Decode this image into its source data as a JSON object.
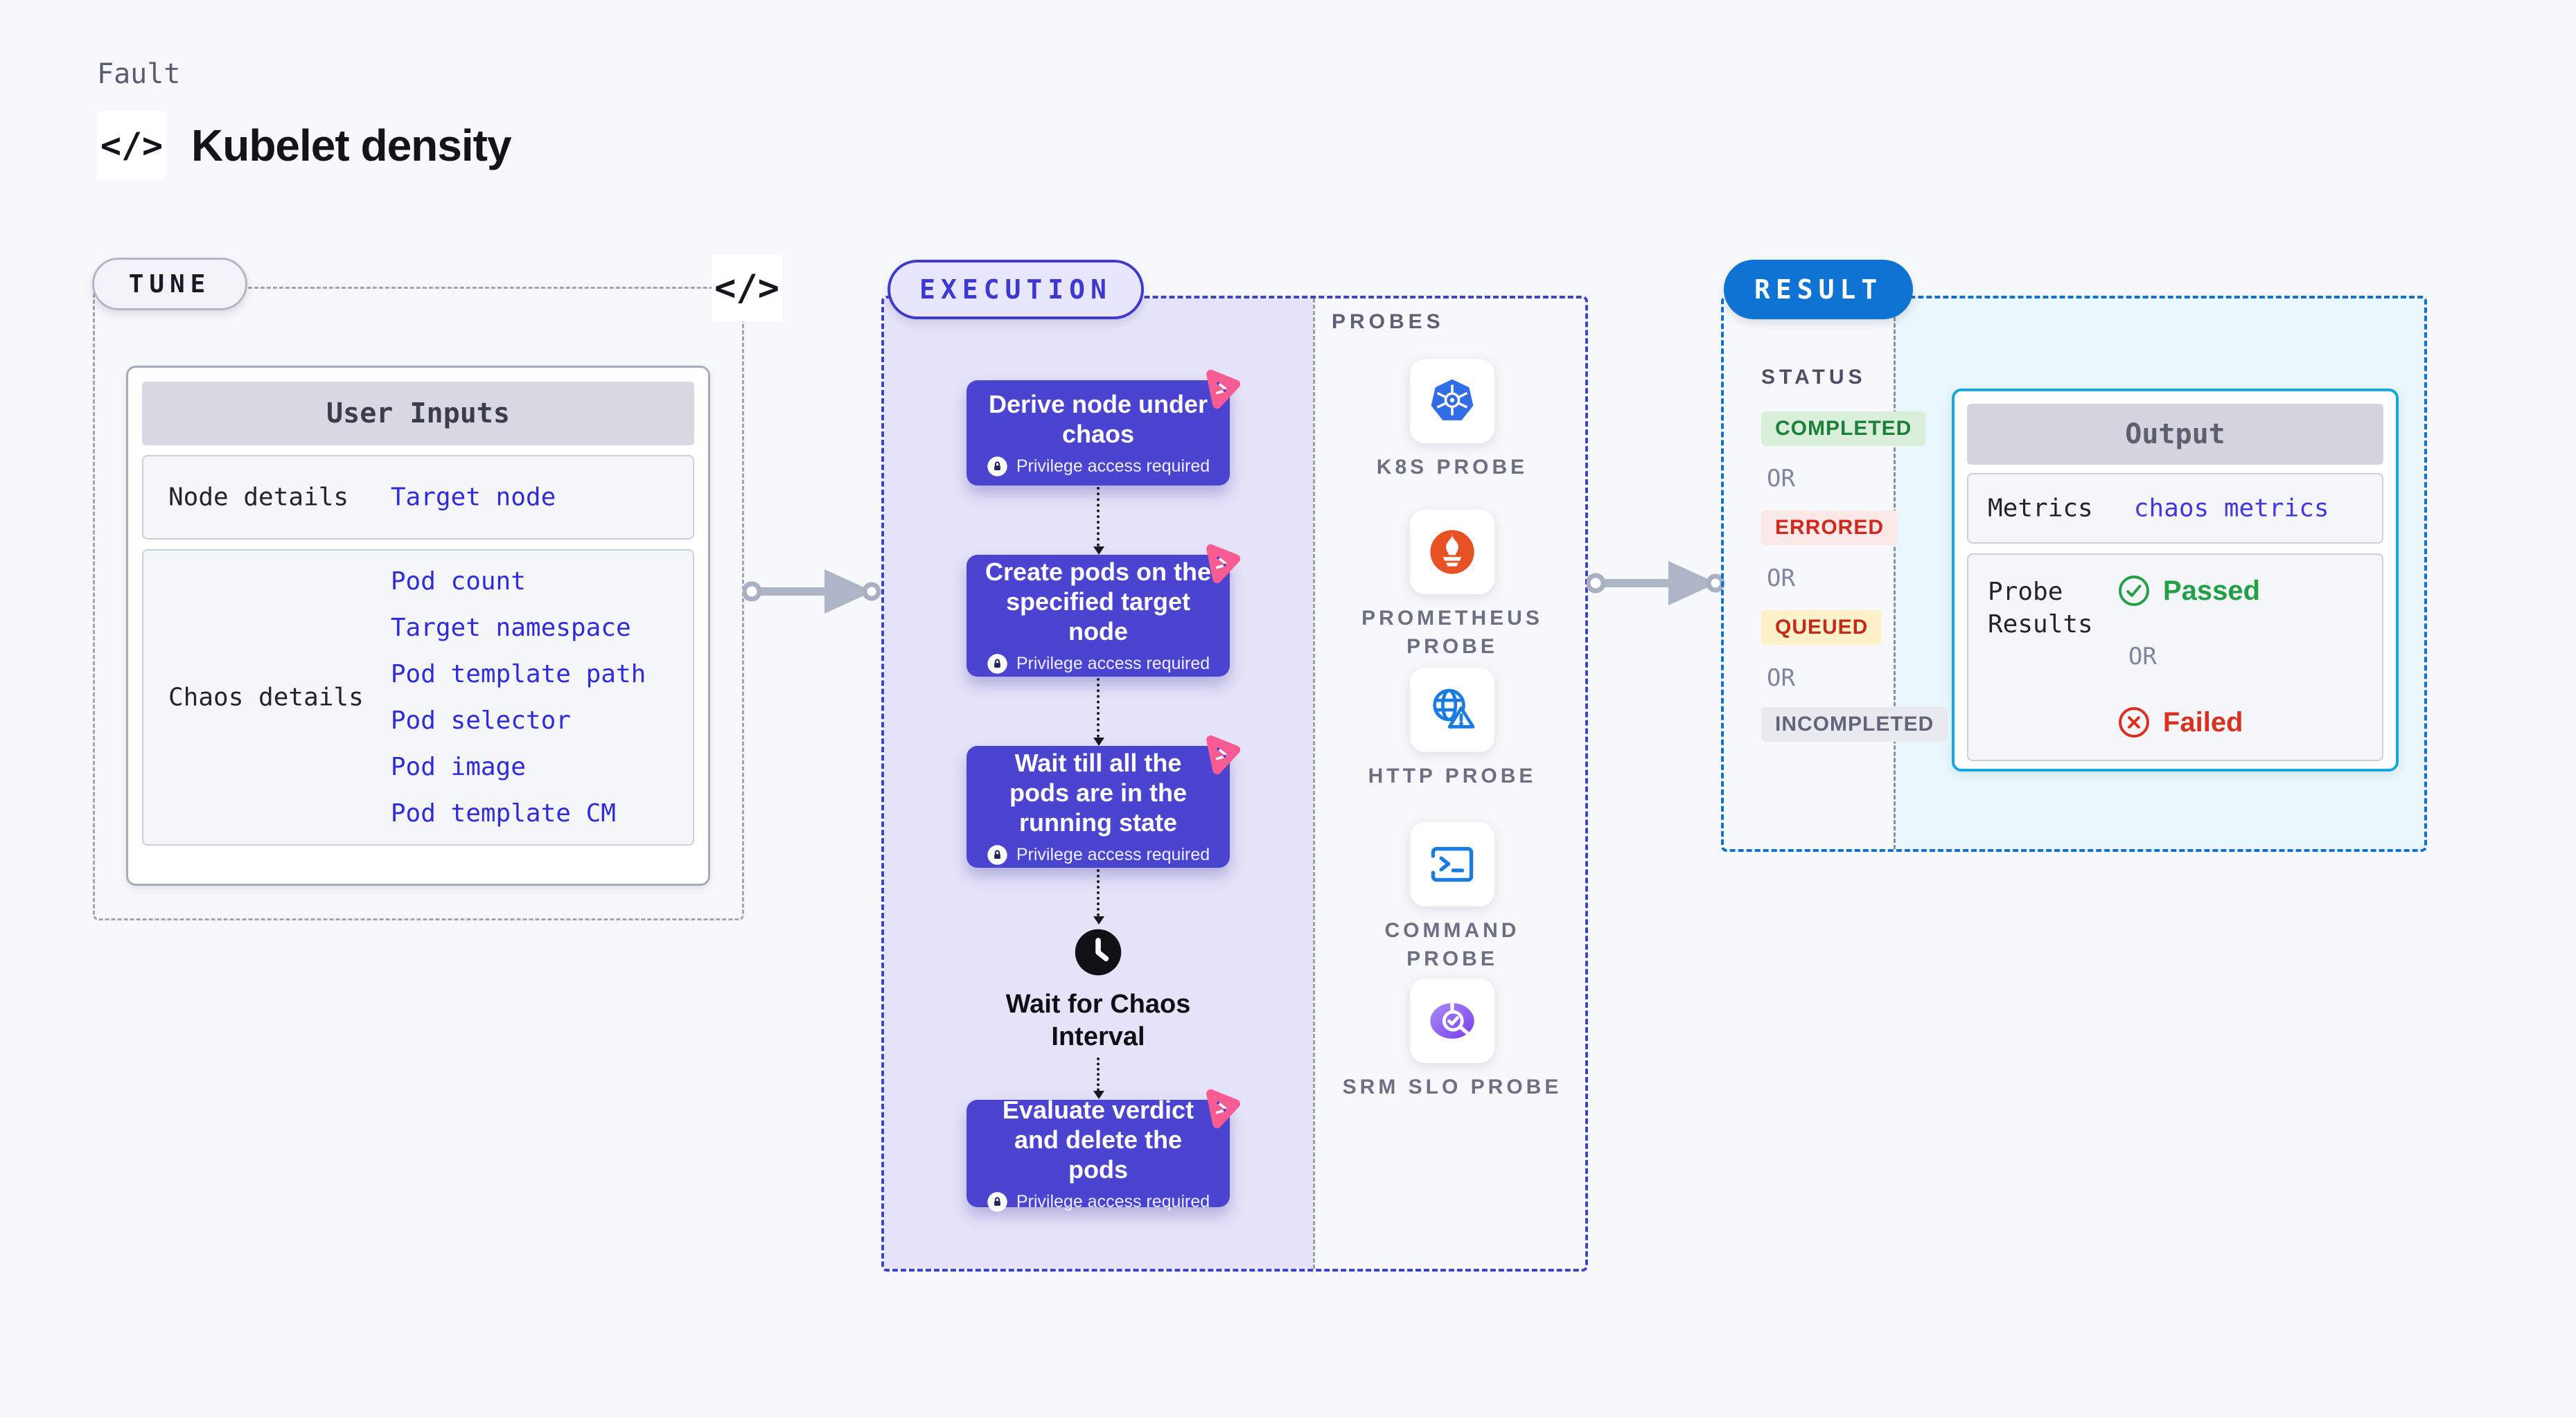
{
  "header": {
    "eyebrow": "Fault",
    "title": "Kubelet density",
    "code_glyph": "</>"
  },
  "tune": {
    "badge": "TUNE",
    "code_glyph": "</>",
    "user_inputs": {
      "header": "User Inputs",
      "rows": [
        {
          "label": "Node details",
          "links": [
            "Target node"
          ]
        },
        {
          "label": "Chaos details",
          "links": [
            "Pod count",
            "Target namespace",
            "Pod template path",
            "Pod selector",
            "Pod image",
            "Pod template CM"
          ]
        }
      ]
    }
  },
  "execution": {
    "badge": "EXECUTION",
    "privilege_note": "Privilege access required",
    "steps": [
      "Derive node under chaos",
      "Create pods on the specified target node",
      "Wait till all the pods are in the running state",
      "Evaluate verdict and delete the pods"
    ],
    "wait_step": {
      "line1": "Wait for Chaos",
      "line2": "Interval",
      "icon": "clock-icon"
    }
  },
  "probes": {
    "heading": "PROBES",
    "items": [
      {
        "label": "K8S PROBE",
        "icon": "kubernetes-icon"
      },
      {
        "label": "PROMETHEUS PROBE",
        "icon": "prometheus-icon"
      },
      {
        "label": "HTTP PROBE",
        "icon": "http-globe-warning-icon"
      },
      {
        "label": "COMMAND PROBE",
        "icon": "terminal-icon"
      },
      {
        "label": "SRM SLO PROBE",
        "icon": "srm-slo-icon"
      }
    ]
  },
  "result": {
    "badge": "RESULT",
    "status": {
      "heading": "STATUS",
      "or_label": "OR",
      "badges": [
        {
          "label": "COMPLETED",
          "fg": "#1d7f3b",
          "bg": "#d9efd9"
        },
        {
          "label": "ERRORED",
          "fg": "#d3261c",
          "bg": "#fbe9e8"
        },
        {
          "label": "QUEUED",
          "fg": "#c42a1c",
          "bg": "#fcf1c9"
        },
        {
          "label": "INCOMPLETED",
          "fg": "#606578",
          "bg": "#e8eaf0"
        }
      ]
    },
    "output": {
      "header": "Output",
      "metrics_label": "Metrics",
      "metrics_value": "chaos metrics",
      "probe_results_line1": "Probe",
      "probe_results_line2": "Results",
      "passed": "Passed",
      "or_label": "OR",
      "failed": "Failed"
    }
  },
  "colors": {
    "step_indigo": "#4b44d1",
    "execution_blue": "#3e3bcb",
    "result_blue": "#0e73d3",
    "output_border_cyan": "#15a9e2",
    "link_blue": "#2f2cdb",
    "litmus_pink": "#f85c92",
    "passed_green": "#23a046",
    "failed_red": "#da3020",
    "purple_panel": "#e5e3f9"
  }
}
